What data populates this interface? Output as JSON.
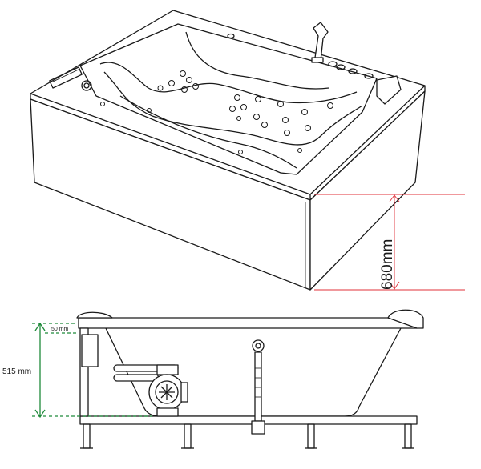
{
  "top_view": {
    "height_label": "680mm",
    "dimension_color": "#e0303a"
  },
  "side_view": {
    "height_label": "515 mm",
    "rim_label": "50 mm",
    "dimension_color": "#1e8a3a"
  },
  "colors": {
    "line": "#1a1a1a",
    "background": "#ffffff"
  },
  "icons": [
    "tub-outline",
    "jet-nozzle",
    "faucet",
    "pump-motor",
    "drain-pipe",
    "support-leg"
  ]
}
